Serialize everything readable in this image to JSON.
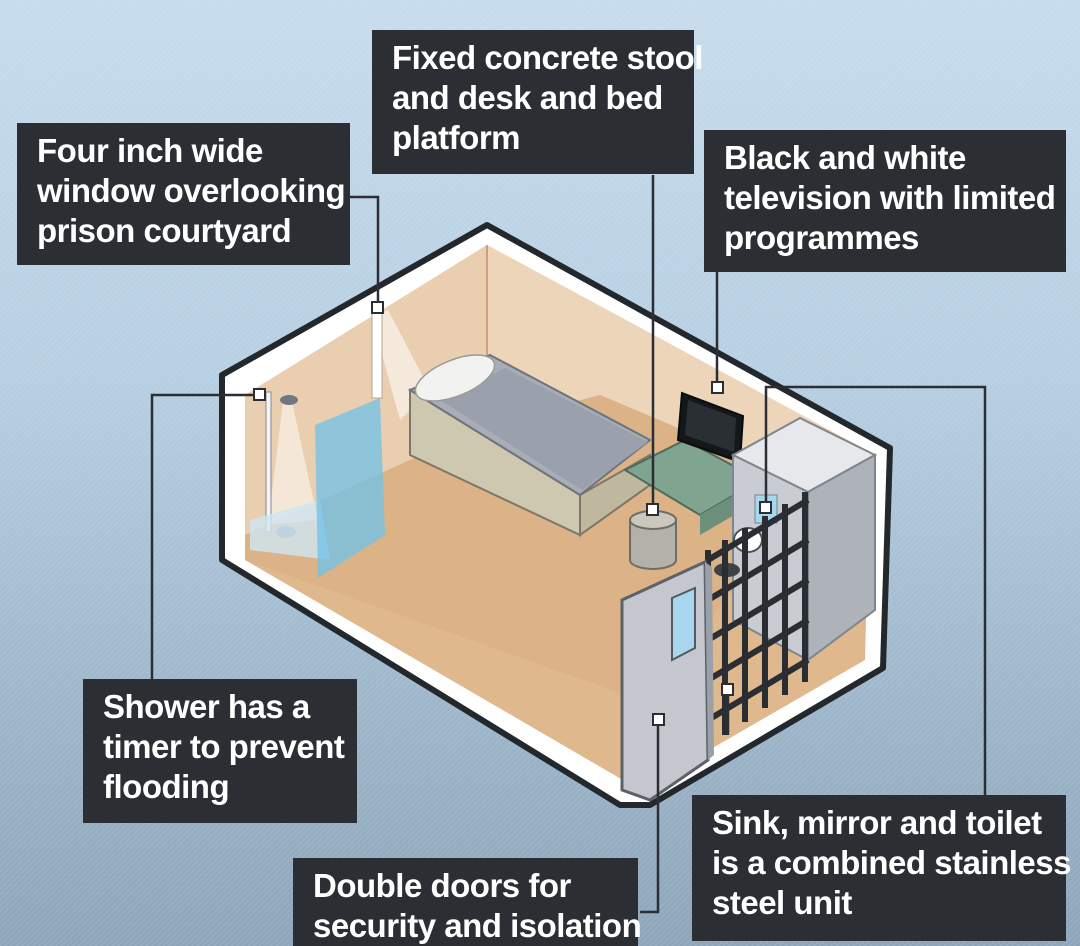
{
  "labels": {
    "stool": {
      "lines": [
        "Fixed concrete stool",
        "and desk and bed",
        "platform"
      ]
    },
    "window": {
      "lines": [
        "Four inch wide",
        "window overlooking",
        "prison courtyard"
      ]
    },
    "tv": {
      "lines": [
        "Black and white",
        "television with limited",
        "programmes"
      ]
    },
    "shower": {
      "lines": [
        "Shower has a",
        "timer to prevent",
        "flooding"
      ]
    },
    "sink": {
      "lines": [
        "Sink, mirror and toilet",
        "is a combined stainless",
        "steel unit"
      ]
    },
    "doors": {
      "lines": [
        "Double doors for",
        "security and isolation"
      ]
    }
  },
  "colors": {
    "label_bg": "#2b2f33",
    "floor": "#e0b88e",
    "wall": "#ead0b0",
    "glass": "#7fc8ec",
    "metal": "#c9cdd3"
  }
}
